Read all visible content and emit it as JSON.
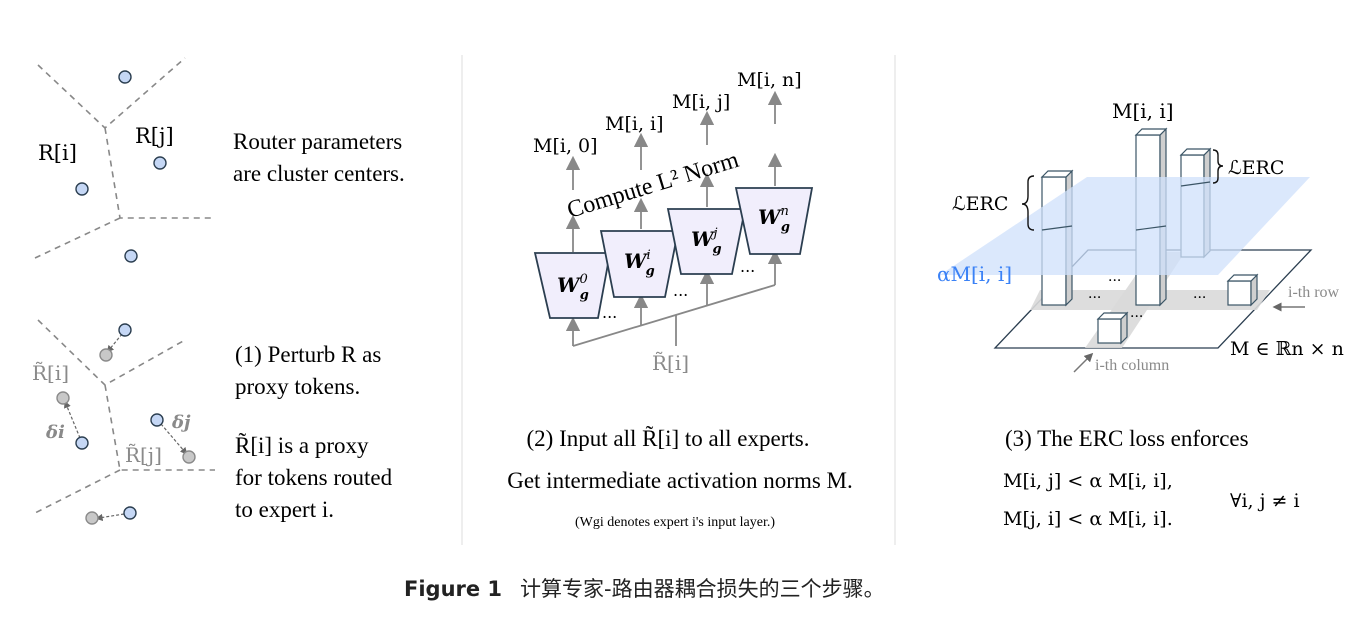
{
  "panel1": {
    "top": {
      "label_ri": "R[i]",
      "label_rj": "R[j]",
      "text_line1": "Router parameters",
      "text_line2": "are cluster centers."
    },
    "bottom": {
      "label_rti": "R̃[i]",
      "label_rtj": "R̃[j]",
      "label_delta_i": "δi",
      "label_delta_j": "δj",
      "text_line1": "(1) Perturb R as",
      "text_line2": "proxy tokens.",
      "text_line3": "R̃[i] is a proxy",
      "text_line4": "for tokens routed",
      "text_line5": "to expert i."
    }
  },
  "panel2": {
    "experts": [
      {
        "base": "W",
        "sub": "g",
        "sup": "0"
      },
      {
        "base": "W",
        "sub": "g",
        "sup": "i"
      },
      {
        "base": "W",
        "sub": "g",
        "sup": "j"
      },
      {
        "base": "W",
        "sub": "g",
        "sup": "n"
      }
    ],
    "outputs": [
      "M[i, 0]",
      "M[i, i]",
      "M[i, j]",
      "M[i, n]"
    ],
    "compute_label": "Compute L² Norm",
    "input_label": "R̃[i]",
    "ellipsis": "...",
    "caption_line1": "(2) Input all R̃[i] to all experts.",
    "caption_line2": "Get intermediate activation norms M.",
    "caption_note": "(Wgi denotes expert i's input layer.)"
  },
  "panel3": {
    "top_label": "M[i, i]",
    "loss_left": "ℒERC",
    "loss_right": "ℒERC",
    "alpha_label": "αM[i, i]",
    "row_label": "i-th row",
    "column_label": "i-th column",
    "matrix_label": "M ∈ ℝn × n",
    "ellipsis": "···",
    "caption_line1": "(3) The ERC loss enforces",
    "ineq1": "M[i, j] < α M[i, i],",
    "ineq2": "M[j, i] < α M[i, i].",
    "forall": "∀i, j ≠ i"
  },
  "figure_caption": {
    "label": "Figure 1",
    "text": "计算专家-路由器耦合损失的三个步骤。"
  },
  "colors": {
    "point_blue": "#c5d7f5",
    "expert_fill": "#f1eefc",
    "plane_blue": "#cfe0fb",
    "alpha_text": "#3b82f6"
  }
}
